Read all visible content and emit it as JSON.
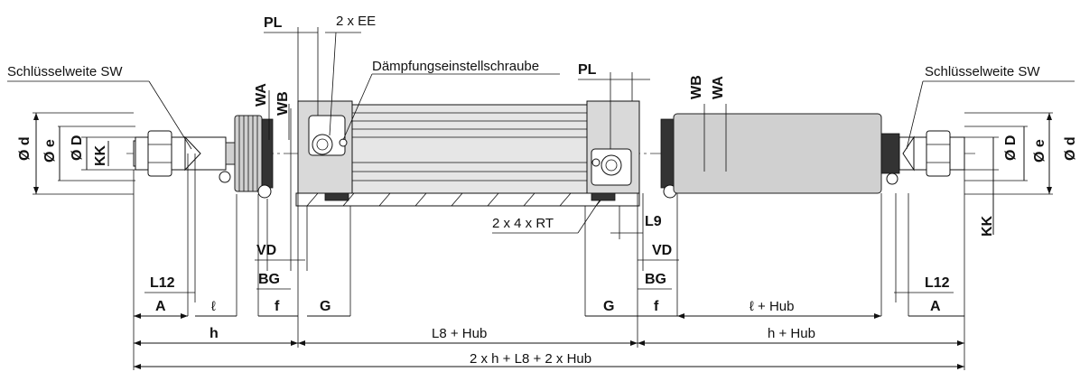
{
  "labels": {
    "pl_left": "PL",
    "pl_right": "PL",
    "ee": "2 x EE",
    "cushion_screw": "Dämpfungseinstellschraube",
    "sw_left": "Schlüsselweite SW",
    "sw_right": "Schlüsselweite SW",
    "wa_left": "WA",
    "wb_left": "WB",
    "wa_right": "WA",
    "wb_right": "WB",
    "d_left": "Ø d",
    "e_left": "Ø e",
    "D_left": "Ø D",
    "kk_left": "KK",
    "d_right": "Ø d",
    "e_right": "Ø e",
    "D_right": "Ø D",
    "kk_right": "KK",
    "rt": "2 x 4 x RT",
    "l9": "L9",
    "vd_left": "VD",
    "vd_right": "VD",
    "bg_left": "BG",
    "bg_right": "BG",
    "l12_left": "L12",
    "l12_right": "L12",
    "a_left": "A",
    "a_right": "A",
    "l_left": "ℓ",
    "f_left": "f",
    "f_right": "f",
    "g_left": "G",
    "g_right": "G",
    "l_hub": "ℓ + Hub",
    "h_left": "h",
    "l8_hub": "L8 + Hub",
    "h_hub": "h + Hub",
    "total": "2 x h + L8 + 2 x Hub"
  }
}
